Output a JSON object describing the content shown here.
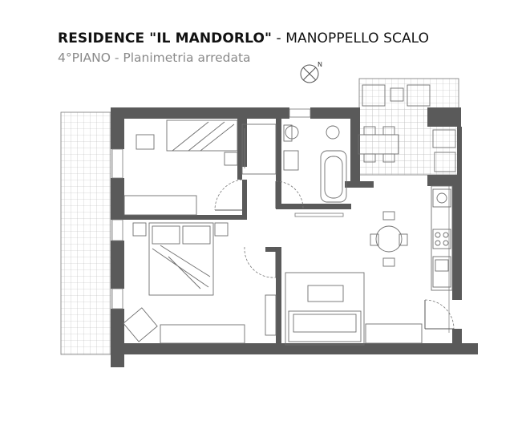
{
  "header": {
    "project_name": "RESIDENCE \"IL MANDORLO\"",
    "separator": " - ",
    "location": "MANOPPELLO SCALO",
    "subtitle": "4°PIANO - Planimetria arredata"
  },
  "compass": {
    "label": "N",
    "icon": "north-arrow-icon"
  },
  "colors": {
    "wall": "#5a5a5a",
    "furniture_line": "#7a7a7a",
    "tile_line": "#b5b5b5",
    "title_text": "#111111",
    "subtitle_text": "#8a8a8a"
  }
}
